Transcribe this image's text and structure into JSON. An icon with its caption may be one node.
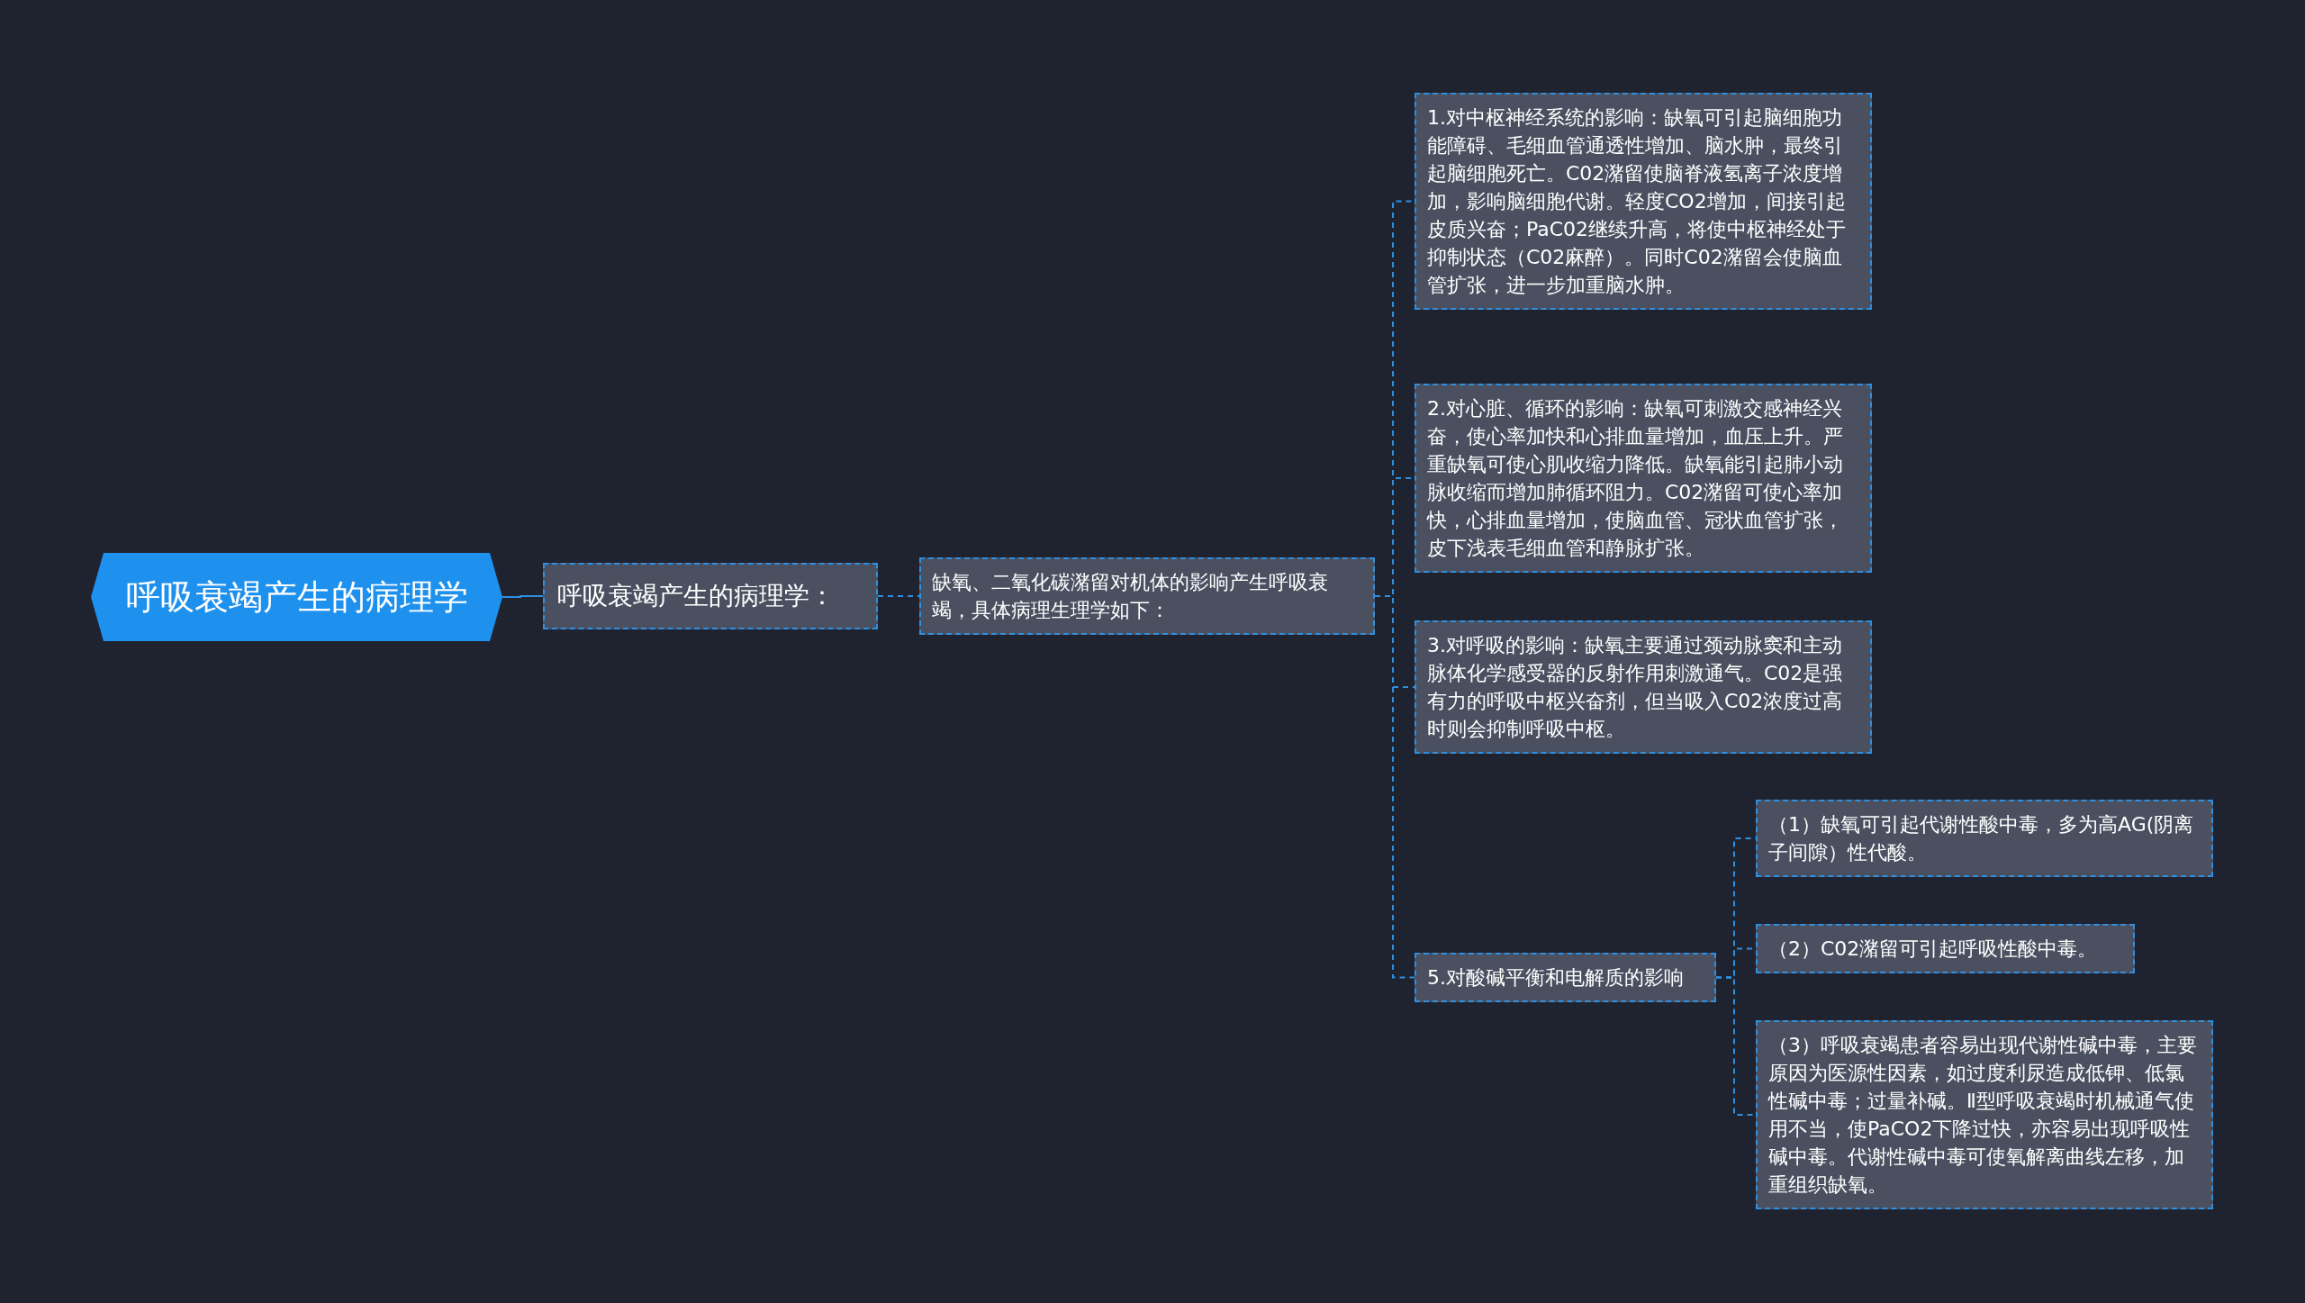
{
  "diagram": {
    "nodes": [
      {
        "text": [
          "呼吸衰竭产生的病理学"
        ]
      },
      {
        "text": [
          "呼吸衰竭产生的病理学："
        ]
      },
      {
        "text": [
          "缺氧、二氧化碳潴留对机体的影响产生呼吸衰竭，具体病理生理学如下："
        ]
      },
      {
        "text": [
          "1.对中枢神经系统的影响：缺氧可引起脑细胞功能障碍、毛细血管通透性增加、脑水肿，最终引起脑细胞死亡。C02潴留使脑脊液氢离子浓度增加，影响脑细胞代谢。轻度CO2增加，间接引起皮质兴奋；PaC02继续升高，将使中枢神经处于抑制状态（C02麻醉）。同时C02潴留会使脑血管扩张，进一步加重脑水肿。"
        ]
      },
      {
        "text": [
          "2.对心脏、循环的影响：缺氧可刺激交感神经兴奋，使心率加快和心排血量增加，血压上升。严重缺氧可使心肌收缩力降低。缺氧能引起肺小动脉收缩而增加肺循环阻力。C02潴留可使心率加快，心排血量增加，使脑血管、冠状血管扩张，皮下浅表毛细血管和静脉扩张。"
        ]
      },
      {
        "text": [
          "3.对呼吸的影响：缺氧主要通过颈动脉窦和主动脉体化学感受器的反射作用刺激通气。C02是强有力的呼吸中枢兴奋剂，但当吸入C02浓度过高时则会抑制呼吸中枢。"
        ]
      },
      {
        "text": [
          "5.对酸碱平衡和电解质的影响"
        ]
      },
      {
        "text": [
          "（1）缺氧可引起代谢性酸中毒，多为高AG(阴离子间隙）性代酸。"
        ]
      },
      {
        "text": [
          "（2）C02潴留可引起呼吸性酸中毒。"
        ]
      },
      {
        "text": [
          "（3）呼吸衰竭患者容易出现代谢性碱中毒，主要原因为医源性因素，如过度利尿造成低钾、低氯性碱中毒；过量补碱。Ⅱ型呼吸衰竭时机械通气使用不当，使PaCO2下降过快，亦容易出现呼吸性碱中毒。代谢性碱中毒可使氧解离曲线左移，加重组织缺氧。"
        ]
      }
    ],
    "edges": [
      {
        "from": 0,
        "to": 1,
        "arrow": "none"
      },
      {
        "from": 1,
        "to": 2,
        "arrow": "none",
        "style": "dashed"
      },
      {
        "from": 2,
        "to": 3,
        "arrow": "none",
        "style": "dashed"
      },
      {
        "from": 2,
        "to": 4,
        "arrow": "none",
        "style": "dashed"
      },
      {
        "from": 2,
        "to": 5,
        "arrow": "none",
        "style": "dashed"
      },
      {
        "from": 2,
        "to": 6,
        "arrow": "none",
        "style": "dashed"
      },
      {
        "from": 6,
        "to": 7,
        "arrow": "none",
        "style": "dashed"
      },
      {
        "from": 6,
        "to": 8,
        "arrow": "none",
        "style": "dashed"
      },
      {
        "from": 6,
        "to": 9,
        "arrow": "none",
        "style": "dashed"
      }
    ]
  }
}
